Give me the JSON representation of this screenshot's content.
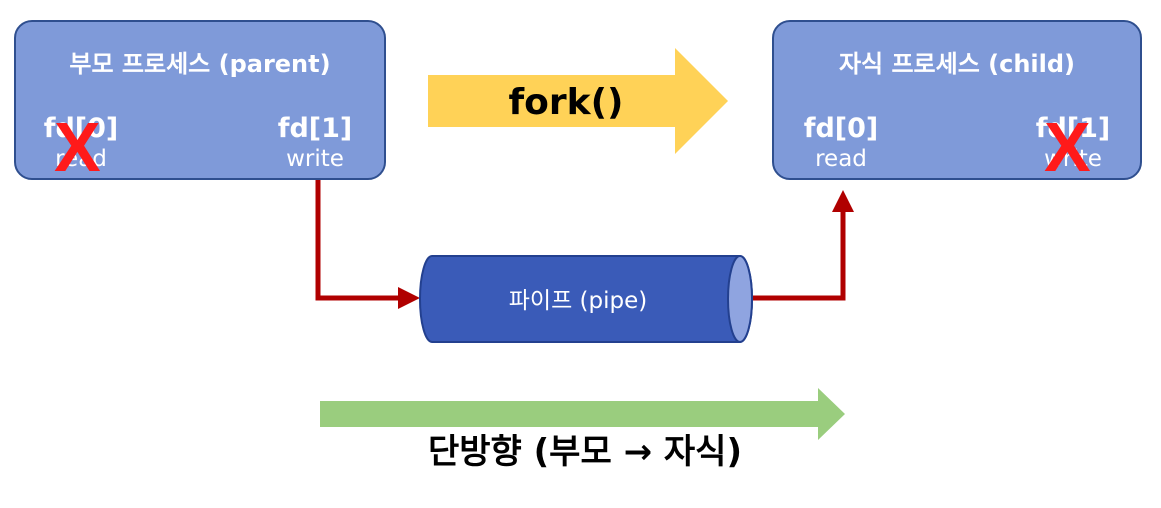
{
  "parent": {
    "title": "부모 프로세스 (parent)",
    "fd0_label": "fd[0]",
    "fd0_mode": "read",
    "fd1_label": "fd[1]",
    "fd1_mode": "write",
    "closed_mark": "X"
  },
  "child": {
    "title": "자식 프로세스 (child)",
    "fd0_label": "fd[0]",
    "fd0_mode": "read",
    "fd1_label": "fd[1]",
    "fd1_mode": "write",
    "closed_mark": "X"
  },
  "fork_arrow": {
    "label": "fork()",
    "color": "#ffd257"
  },
  "pipe": {
    "label": "파이프 (pipe)",
    "color": "#3a5bb8"
  },
  "flow_arrows": {
    "color": "#b00000"
  },
  "direction": {
    "label": "단방향 (부모 → 자식)",
    "color": "#9acd7e"
  },
  "colors": {
    "box_fill": "#7f9ad9",
    "box_border": "#2f4f8f",
    "x_mark": "#ff1a1a"
  }
}
